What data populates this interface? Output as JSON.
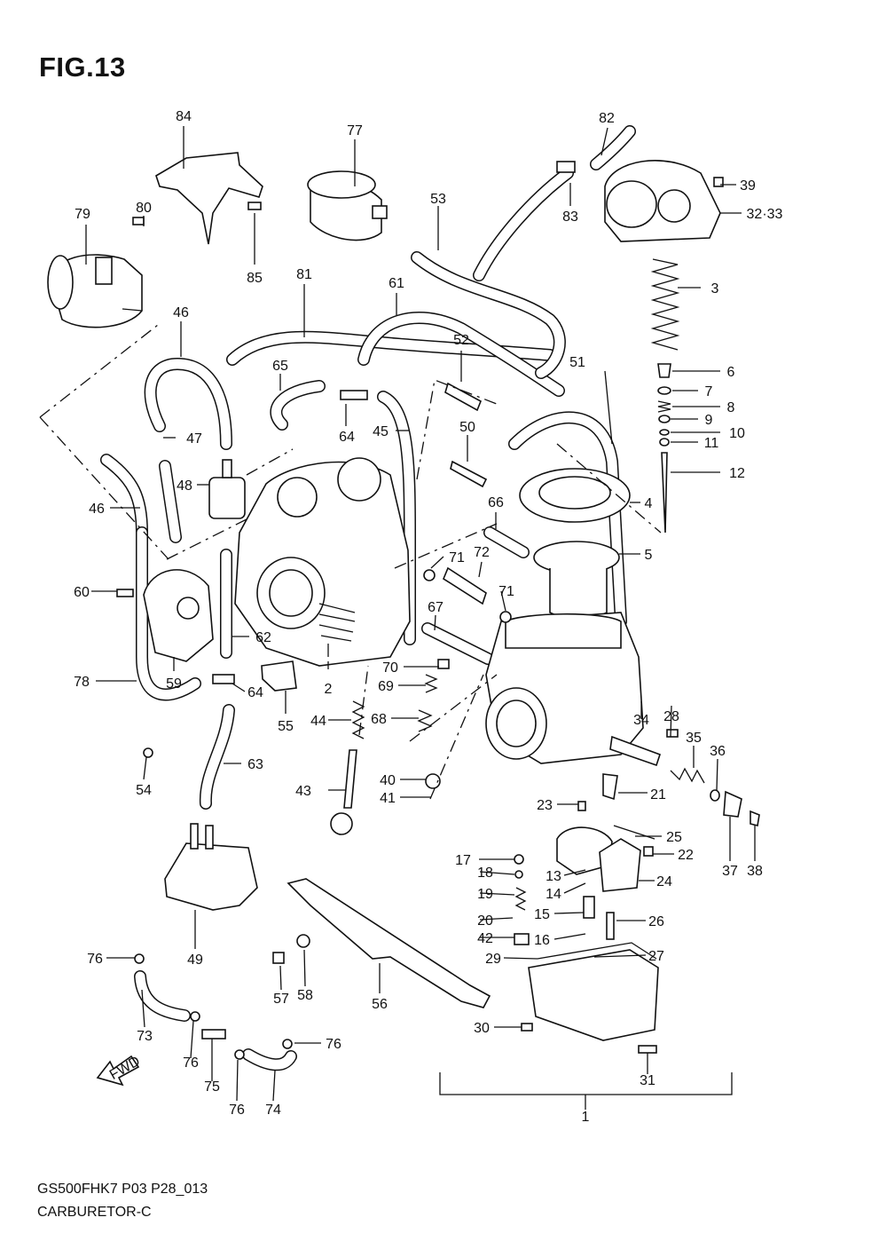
{
  "figure": {
    "title": "FIG.13"
  },
  "footer": {
    "code": "GS500FHK7 P03 P28_013",
    "caption": "CARBURETOR-C"
  },
  "direction": {
    "label": "FWD"
  },
  "callouts": [
    "1",
    "2",
    "3",
    "4",
    "5",
    "6",
    "7",
    "8",
    "9",
    "10",
    "11",
    "12",
    "13",
    "14",
    "15",
    "16",
    "17",
    "18",
    "19",
    "20",
    "21",
    "22",
    "23",
    "24",
    "25",
    "26",
    "27",
    "28",
    "29",
    "30",
    "31",
    "32·33",
    "34",
    "35",
    "36",
    "37",
    "38",
    "39",
    "40",
    "41",
    "42",
    "43",
    "44",
    "45",
    "46",
    "46",
    "47",
    "48",
    "49",
    "51",
    "50",
    "52",
    "53",
    "54",
    "55",
    "56",
    "57",
    "58",
    "59",
    "60",
    "61",
    "62",
    "63",
    "64",
    "64",
    "65",
    "66",
    "67",
    "68",
    "69",
    "70",
    "71",
    "71",
    "72",
    "73",
    "74",
    "75",
    "76",
    "76",
    "76",
    "76",
    "77",
    "78",
    "79",
    "80",
    "81",
    "82",
    "83",
    "84",
    "85"
  ]
}
